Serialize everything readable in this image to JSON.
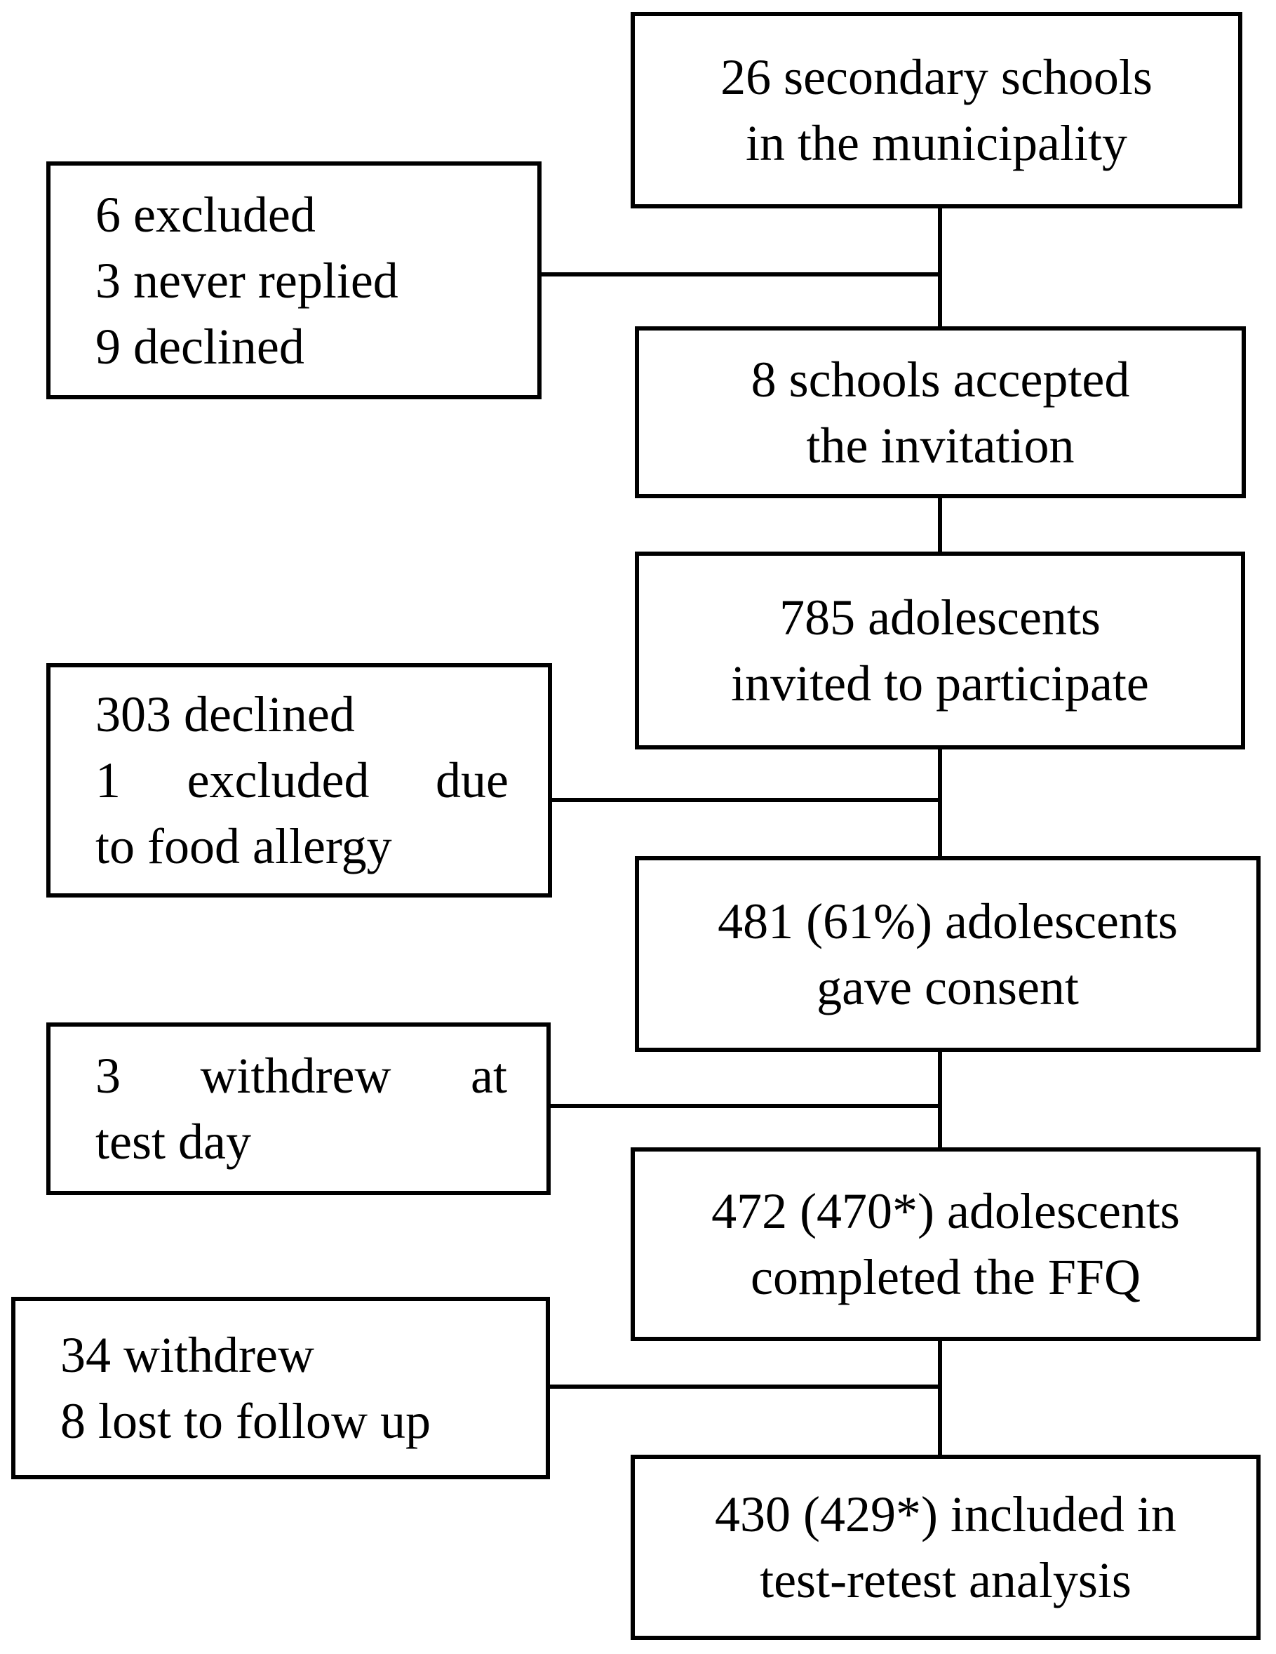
{
  "main_boxes": [
    {
      "lines": [
        "26 secondary schools",
        "in the municipality"
      ]
    },
    {
      "lines": [
        "8 schools accepted",
        "the invitation"
      ]
    },
    {
      "lines": [
        "785 adolescents",
        "invited to participate"
      ]
    },
    {
      "lines": [
        "481 (61%) adolescents",
        "gave consent"
      ]
    },
    {
      "lines": [
        "472 (470*) adolescents",
        "completed the FFQ"
      ]
    },
    {
      "lines": [
        "430 (429*) included in",
        "test-retest analysis"
      ]
    }
  ],
  "side_boxes": [
    {
      "lines": [
        "6 excluded",
        "3 never replied",
        "9 declined"
      ]
    },
    {
      "lines": [
        "303 declined",
        "1 excluded due",
        "to food allergy"
      ],
      "justified_words": [
        "1",
        "excluded",
        "due"
      ]
    },
    {
      "lines": [
        "3 withdrew at",
        "test day"
      ],
      "justified_words": [
        "3",
        "withdrew",
        "at"
      ]
    },
    {
      "lines": [
        "34 withdrew",
        "8 lost to follow up"
      ]
    }
  ]
}
